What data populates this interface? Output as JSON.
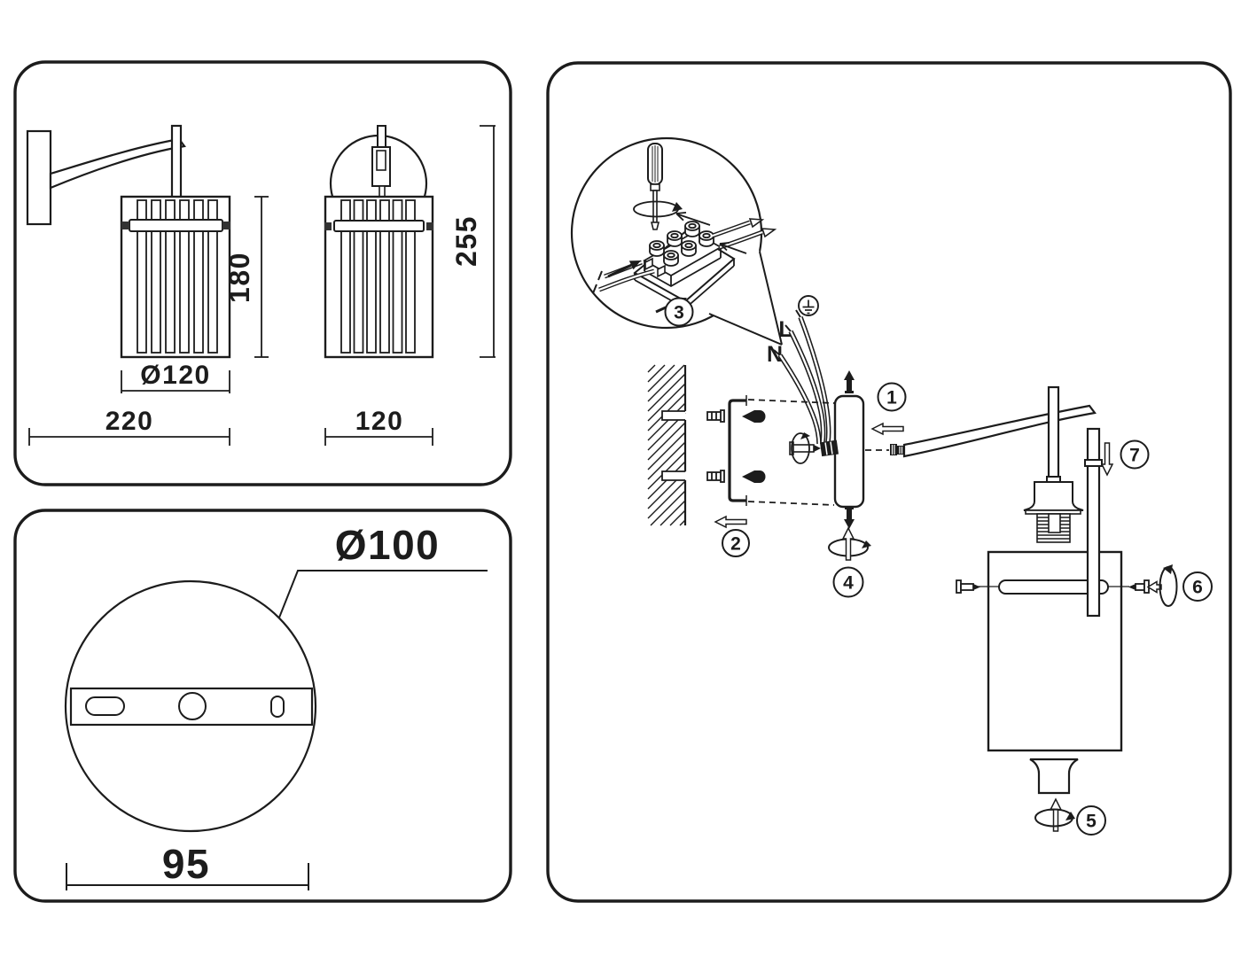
{
  "document": {
    "kind": "lamp-installation-instruction-sheet",
    "colors": {
      "line": "#1c1c1c",
      "background": "#ffffff"
    }
  },
  "dimensions": {
    "side_shade_height": "180",
    "side_shade_diameter": "Ø120",
    "side_total_depth": "220",
    "front_total_height": "255",
    "front_shade_width": "120",
    "plate_diameter": "Ø100",
    "plate_hole_spacing": "95"
  },
  "steps": {
    "s1": "1",
    "s2": "2",
    "s3": "3",
    "s4": "4",
    "s5": "5",
    "s6": "6",
    "s7": "7"
  },
  "wiring": {
    "live": "L",
    "neutral": "N"
  },
  "icons": {
    "ground": "earth-ground-symbol",
    "screwdriver": "screwdriver-icon",
    "rotate": "rotation-arrow-icon",
    "wall": "wall-hatch-section"
  }
}
